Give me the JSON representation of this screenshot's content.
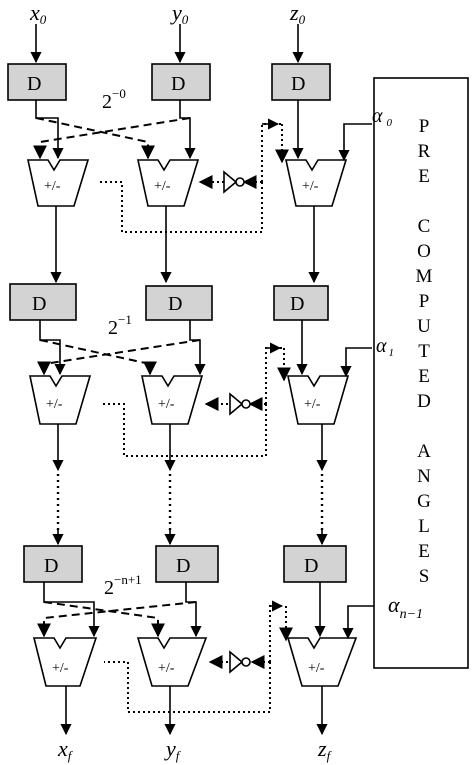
{
  "inputs": {
    "x": "x",
    "y": "y",
    "z": "z",
    "sub": "0"
  },
  "outputs": {
    "x": "x",
    "y": "y",
    "z": "z",
    "sub": "f"
  },
  "delay_label": "D",
  "alu_label": "+/-",
  "stages": [
    {
      "shift_base": "2",
      "shift_exp": "−0",
      "alpha": "α",
      "alpha_sub": "0"
    },
    {
      "shift_base": "2",
      "shift_exp": "−1",
      "alpha": "α",
      "alpha_sub": "1"
    },
    {
      "shift_base": "2",
      "shift_exp": "−n+1",
      "alpha": "α",
      "alpha_sub": "n−1"
    }
  ],
  "rom_letters": [
    "P",
    "R",
    "E",
    "",
    "C",
    "O",
    "M",
    "P",
    "U",
    "T",
    "E",
    "D",
    "",
    "A",
    "N",
    "G",
    "L",
    "E",
    "S"
  ]
}
